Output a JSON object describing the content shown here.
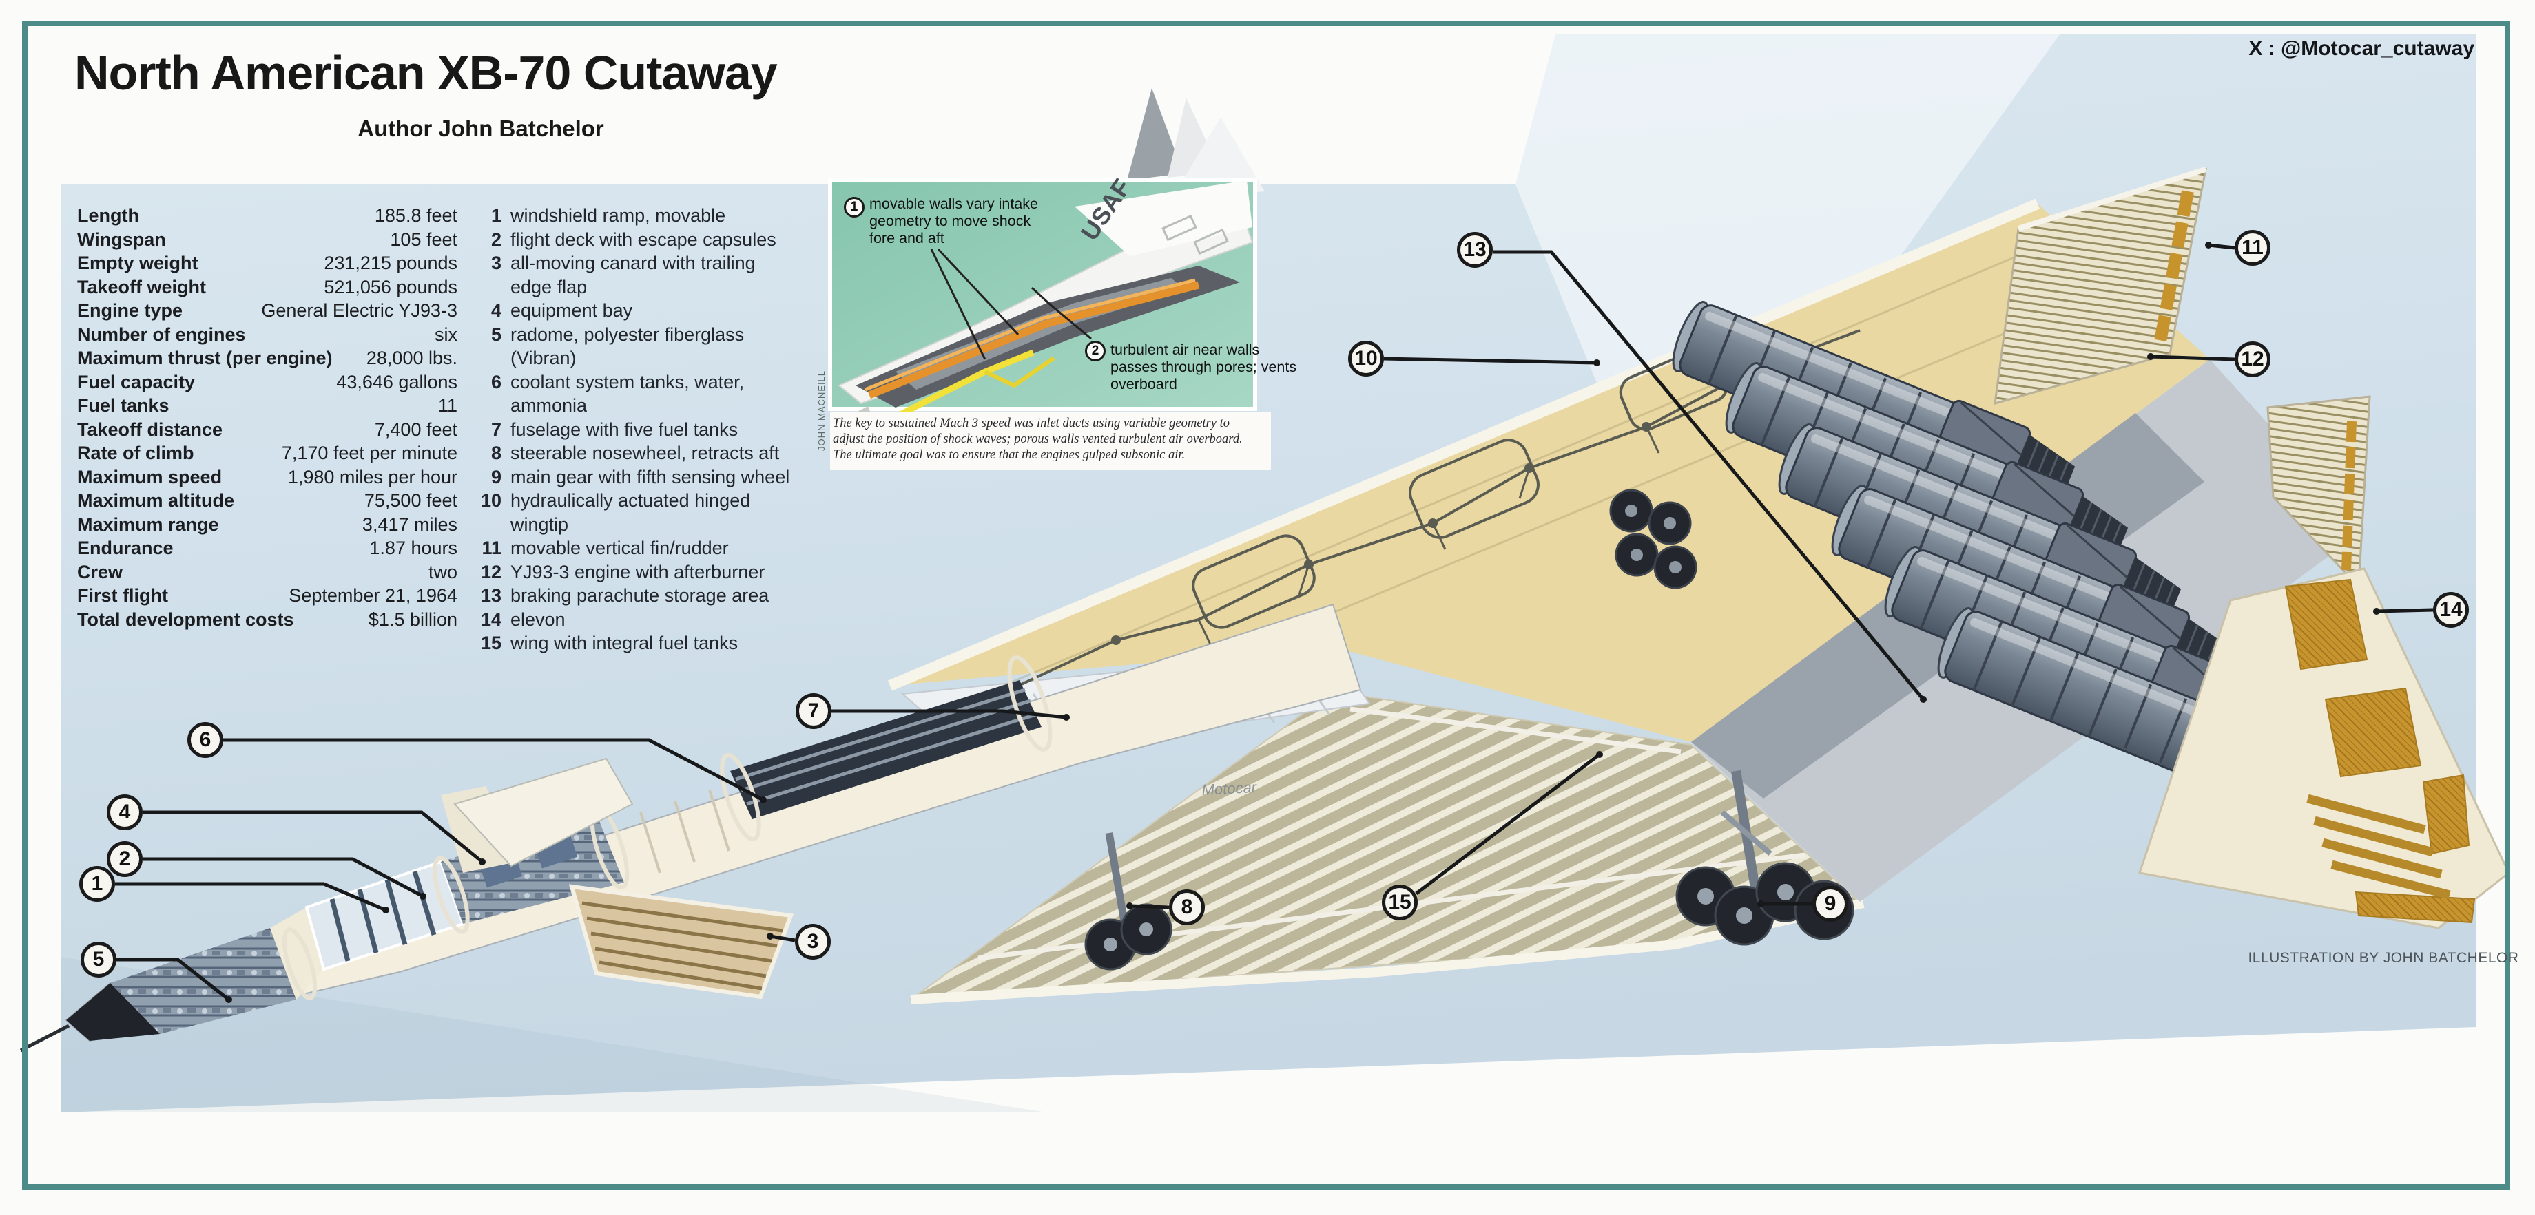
{
  "page": {
    "title": "North American XB-70 Cutaway",
    "subtitle": "Author John Batchelor",
    "handle": "X : @Motocar_cutaway",
    "credit": "ILLUSTRATION BY JOHN BATCHELOR",
    "watermark": "Motocar"
  },
  "specs": {
    "rows": [
      {
        "label": "Length",
        "value": "185.8 feet"
      },
      {
        "label": "Wingspan",
        "value": "105 feet"
      },
      {
        "label": "Empty weight",
        "value": "231,215 pounds"
      },
      {
        "label": "Takeoff weight",
        "value": "521,056 pounds"
      },
      {
        "label": "Engine type",
        "value": "General Electric YJ93-3"
      },
      {
        "label": "Number of engines",
        "value": "six"
      },
      {
        "label": "Maximum thrust (per engine)",
        "value": "28,000 lbs."
      },
      {
        "label": "Fuel capacity",
        "value": "43,646 gallons"
      },
      {
        "label": "Fuel tanks",
        "value": "11"
      },
      {
        "label": "Takeoff distance",
        "value": "7,400 feet"
      },
      {
        "label": "Rate of climb",
        "value": "7,170 feet per minute"
      },
      {
        "label": "Maximum speed",
        "value": "1,980 miles per hour"
      },
      {
        "label": "Maximum altitude",
        "value": "75,500 feet"
      },
      {
        "label": "Maximum range",
        "value": "3,417 miles"
      },
      {
        "label": "Endurance",
        "value": "1.87 hours"
      },
      {
        "label": "Crew",
        "value": "two"
      },
      {
        "label": "First flight",
        "value": "September 21, 1964"
      },
      {
        "label": "Total development costs",
        "value": "$1.5 billion"
      }
    ]
  },
  "legend": {
    "items": [
      {
        "num": "1",
        "text": "windshield ramp, movable"
      },
      {
        "num": "2",
        "text": "flight deck with escape capsules"
      },
      {
        "num": "3",
        "text": "all-moving canard with trailing\nedge flap"
      },
      {
        "num": "4",
        "text": "equipment bay"
      },
      {
        "num": "5",
        "text": "radome, polyester fiberglass (Vibran)"
      },
      {
        "num": "6",
        "text": "coolant system tanks, water,\nammonia"
      },
      {
        "num": "7",
        "text": "fuselage with five fuel tanks"
      },
      {
        "num": "8",
        "text": "steerable nosewheel, retracts aft"
      },
      {
        "num": "9",
        "text": "main gear with fifth sensing wheel"
      },
      {
        "num": "10",
        "text": "hydraulically actuated hinged\nwingtip"
      },
      {
        "num": "11",
        "text": "movable vertical fin/rudder"
      },
      {
        "num": "12",
        "text": "YJ93-3 engine with afterburner"
      },
      {
        "num": "13",
        "text": "braking parachute storage area"
      },
      {
        "num": "14",
        "text": "elevon"
      },
      {
        "num": "15",
        "text": "wing with integral fuel tanks"
      }
    ]
  },
  "callouts": {
    "labels": [
      "1",
      "2",
      "3",
      "4",
      "5",
      "6",
      "7",
      "8",
      "9",
      "10",
      "11",
      "12",
      "13",
      "14",
      "15"
    ]
  },
  "inset": {
    "annotation1": {
      "num": "1",
      "text": "movable walls vary intake geometry to move shock fore and aft"
    },
    "annotation2": {
      "num": "2",
      "text": "turbulent air near walls passes through pores; vents overboard"
    },
    "aircraft_marking": "USAF",
    "artist": "JOHN MACNEILL",
    "caption": "The key to sustained Mach 3 speed was inlet ducts using variable geometry to\nadjust the position of shock waves; porous walls vented turbulent air overboard.\nThe ultimate goal was to ensure that the engines gulped subsonic air."
  },
  "colors": {
    "frame_teal": "#4d8b88",
    "sky_blue": "#d4e2ec",
    "wing_tan": "#e9d8a2",
    "honeycomb_gold": "#c6932d",
    "engine_steel": "#6a7482",
    "inset_teal": "#8cc9b3"
  }
}
